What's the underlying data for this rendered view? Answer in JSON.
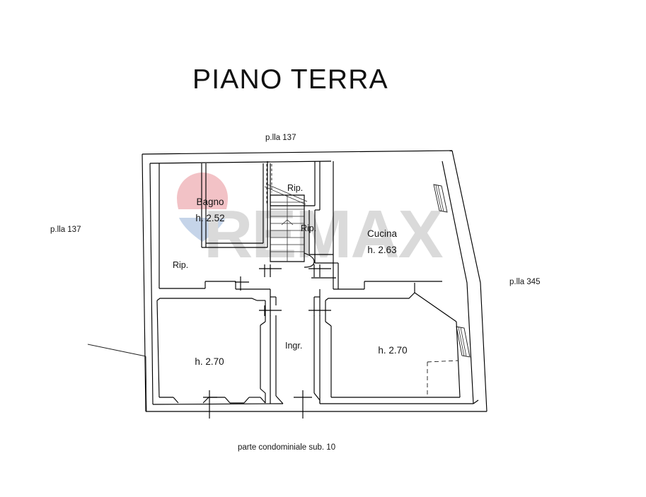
{
  "document": {
    "title": "PIANO TERRA",
    "type": "floor-plan"
  },
  "boundary_labels": {
    "top": "p.lla 137",
    "left": "p.lla 137",
    "right": "p.lla 345",
    "bottom": "parte condominiale sub. 10"
  },
  "rooms": [
    {
      "id": "bagno",
      "name": "Bagno",
      "height_label": "h. 2.52"
    },
    {
      "id": "rip-left",
      "name": "Rip.",
      "height_label": ""
    },
    {
      "id": "rip-upper",
      "name": "Rip.",
      "height_label": ""
    },
    {
      "id": "rip-stair",
      "name": "Rip.",
      "height_label": ""
    },
    {
      "id": "cucina",
      "name": "Cucina",
      "height_label": "h. 2.63"
    },
    {
      "id": "ingresso",
      "name": "Ingr.",
      "height_label": ""
    },
    {
      "id": "room-lower-left",
      "name": "",
      "height_label": "h. 2.70"
    },
    {
      "id": "room-lower-right",
      "name": "",
      "height_label": "h. 2.70"
    }
  ],
  "watermark": {
    "text": "REMAX",
    "color": "#d9d9d9",
    "balloon_top_color": "#f2bfc3",
    "balloon_mid_color": "#ffffff",
    "balloon_bottom_color": "#c2d2e8"
  },
  "colors": {
    "line": "#000000",
    "background": "#ffffff",
    "text": "#141414"
  }
}
